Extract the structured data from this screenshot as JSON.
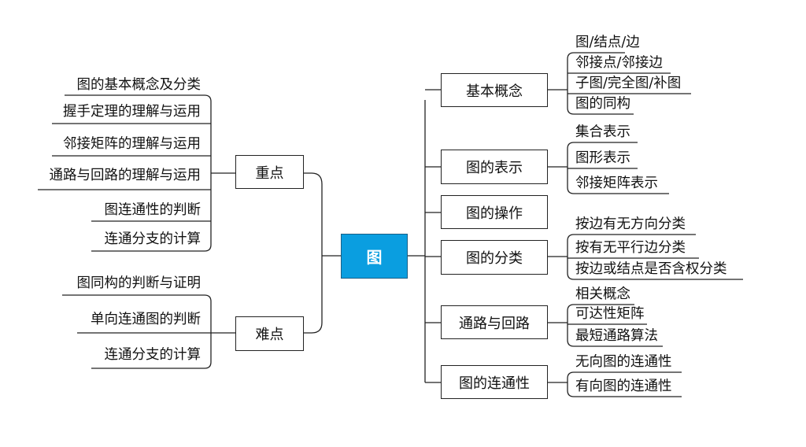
{
  "root": {
    "label": "图"
  },
  "left": [
    {
      "label": "重点",
      "children": [
        "图的基本概念及分类",
        "握手定理的理解与运用",
        "邻接矩阵的理解与运用",
        "通路与回路的理解与运用",
        "图连通性的判断",
        "连通分支的计算"
      ]
    },
    {
      "label": "难点",
      "children": [
        "图同构的判断与证明",
        "单向连通图的判断",
        "连通分支的计算"
      ]
    }
  ],
  "right": [
    {
      "label": "基本概念",
      "children": [
        "图/结点/边",
        "邻接点/邻接边",
        "子图/完全图/补图",
        "图的同构"
      ]
    },
    {
      "label": "图的表示",
      "children": [
        "集合表示",
        "图形表示",
        "邻接矩阵表示"
      ]
    },
    {
      "label": "图的操作",
      "children": []
    },
    {
      "label": "图的分类",
      "children": [
        "按边有无方向分类",
        "按有无平行边分类",
        "按边或结点是否含权分类"
      ]
    },
    {
      "label": "通路与回路",
      "children": [
        "相关概念",
        "可达性矩阵",
        "最短通路算法"
      ]
    },
    {
      "label": "图的连通性",
      "children": [
        "无向图的连通性",
        "有向图的连通性"
      ]
    }
  ]
}
